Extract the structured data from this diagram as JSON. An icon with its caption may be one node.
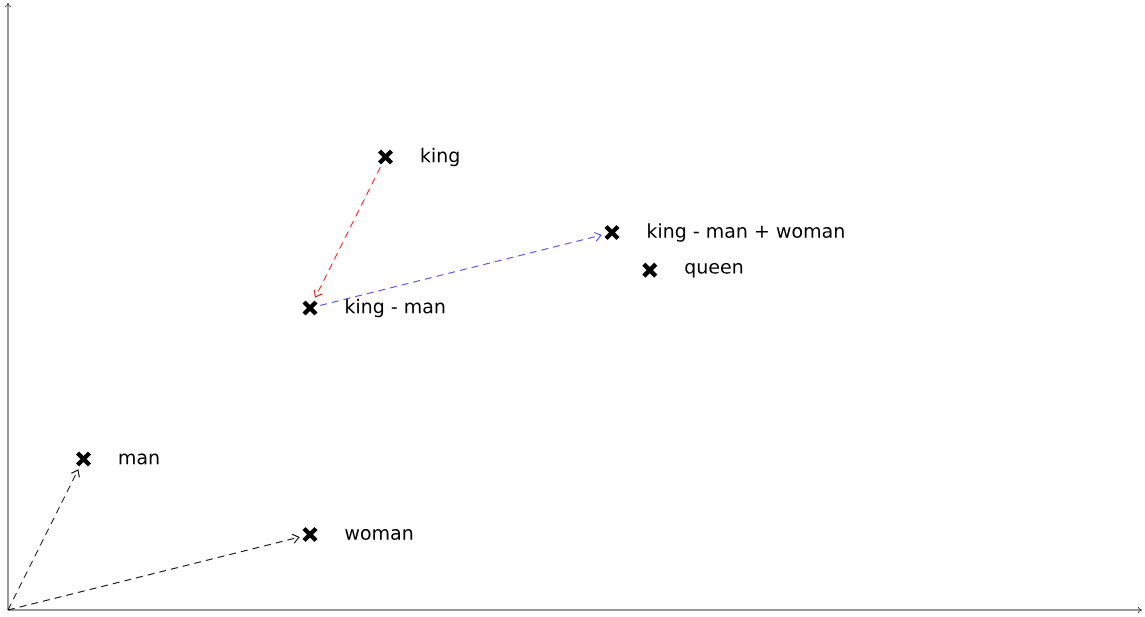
{
  "diagram": {
    "nodes": [
      {
        "text": [
          "man"
        ]
      },
      {
        "text": [
          "woman"
        ]
      },
      {
        "text": [
          "king"
        ]
      },
      {
        "text": [
          "king - man"
        ]
      },
      {
        "text": [
          "king - man + woman"
        ]
      },
      {
        "text": [
          "queen"
        ]
      }
    ],
    "edges": [
      {
        "from": null,
        "to": 0,
        "arrow": "to",
        "style": "dashed"
      },
      {
        "from": null,
        "to": 1,
        "arrow": "to",
        "style": "dashed"
      },
      {
        "from": 2,
        "to": 3,
        "arrow": "to",
        "style": "dashed",
        "color": "#ff0000"
      },
      {
        "from": 3,
        "to": 4,
        "arrow": "to",
        "style": "dashed",
        "color": "#4040ff"
      }
    ]
  }
}
